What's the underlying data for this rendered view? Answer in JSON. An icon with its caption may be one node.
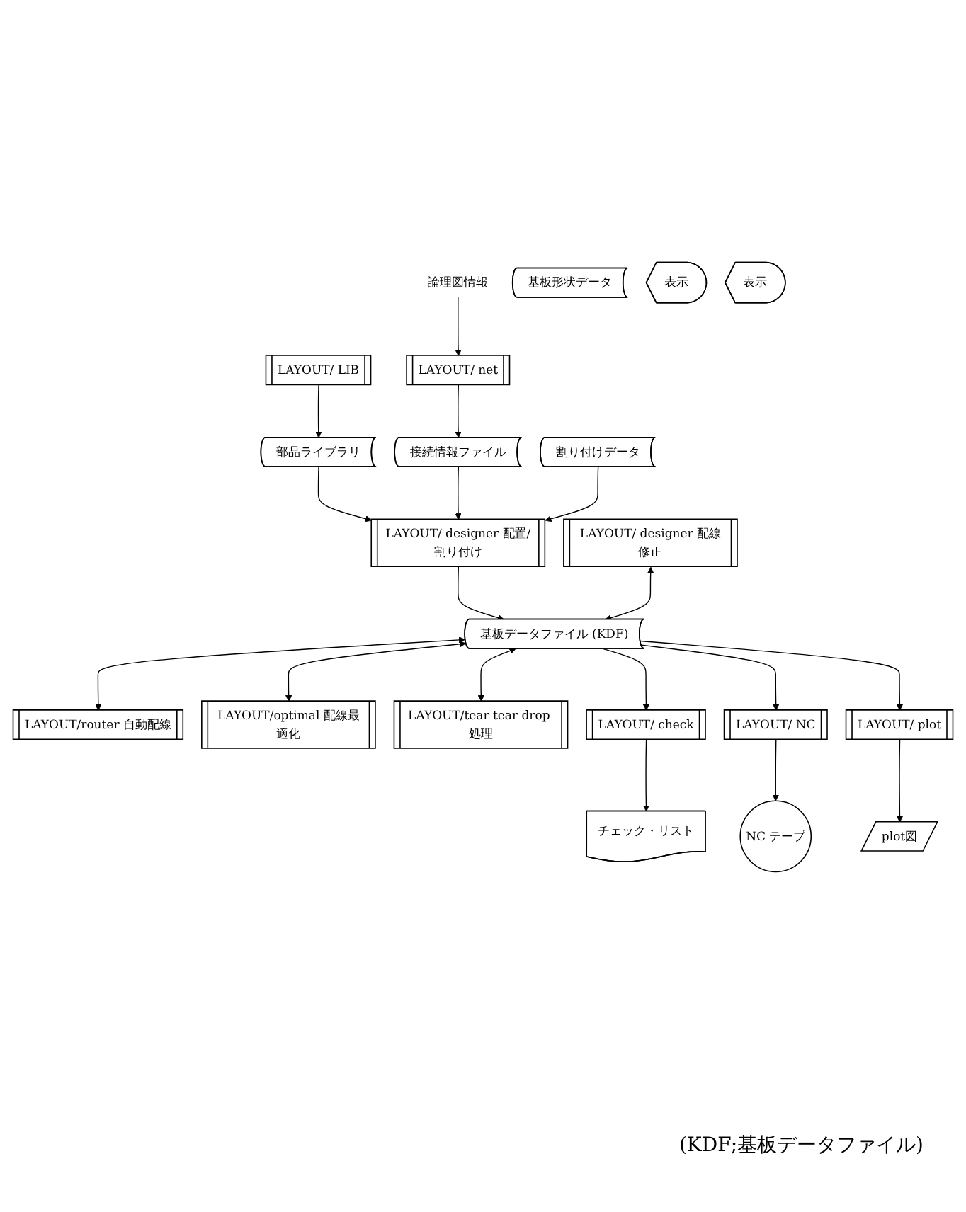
{
  "diagram": {
    "nodes": [
      {
        "text": [
          "論理図情報"
        ]
      },
      {
        "text": [
          "LAYOUT/ LIB"
        ]
      },
      {
        "text": [
          "LAYOUT/ net"
        ]
      },
      {
        "text": [
          "基板形状データ"
        ]
      },
      {
        "text": [
          "部品ライブラリ"
        ]
      },
      {
        "text": [
          "接続情報ファイル"
        ]
      },
      {
        "text": [
          "割り付けデータ"
        ]
      },
      {
        "text": [
          "表示"
        ]
      },
      {
        "text": [
          "LAYOUT/ designer 配置/割り付け"
        ]
      },
      {
        "text": [
          "LAYOUT/router 自動配線"
        ]
      },
      {
        "text": [
          "LAYOUT/optimal 配線最適化"
        ]
      },
      {
        "text": [
          "表示"
        ]
      },
      {
        "text": [
          "LAYOUT/ designer 配線修正"
        ]
      },
      {
        "text": [
          "基板データファイル (KDF)"
        ]
      },
      {
        "text": [
          "LAYOUT/tear tear drop 処理"
        ]
      },
      {
        "text": [
          "LAYOUT/ check"
        ]
      },
      {
        "text": [
          "LAYOUT/ NC"
        ]
      },
      {
        "text": [
          "LAYOUT/ plot"
        ]
      },
      {
        "text": [
          "チェック・リスト"
        ]
      },
      {
        "text": [
          "NC テープ"
        ]
      },
      {
        "text": [
          "plot図"
        ]
      }
    ],
    "edges": [
      {
        "from": 0,
        "to": 2,
        "arrow": "to"
      },
      {
        "from": 1,
        "to": 4,
        "arrow": "to"
      },
      {
        "from": 2,
        "to": 5,
        "arrow": "to"
      },
      {
        "from": 4,
        "to": 8,
        "arrow": "to"
      },
      {
        "from": 5,
        "to": 8,
        "arrow": "to"
      },
      {
        "from": 6,
        "to": 8,
        "arrow": "to"
      },
      {
        "from": 8,
        "to": 13,
        "arrow": "to"
      },
      {
        "from": 13,
        "to": 9,
        "arrow": "both"
      },
      {
        "from": 13,
        "to": 10,
        "arrow": "both"
      },
      {
        "from": 13,
        "to": 14,
        "arrow": "both"
      },
      {
        "from": 12,
        "to": 13,
        "arrow": "both"
      },
      {
        "from": 13,
        "to": 15,
        "arrow": "to"
      },
      {
        "from": 13,
        "to": 16,
        "arrow": "to"
      },
      {
        "from": 13,
        "to": 17,
        "arrow": "to"
      },
      {
        "from": 15,
        "to": 18,
        "arrow": "to"
      },
      {
        "from": 16,
        "to": 19,
        "arrow": "to"
      },
      {
        "from": 17,
        "to": 20,
        "arrow": "to"
      }
    ],
    "labels": [
      "(KDF;基板データファイル)"
    ]
  }
}
